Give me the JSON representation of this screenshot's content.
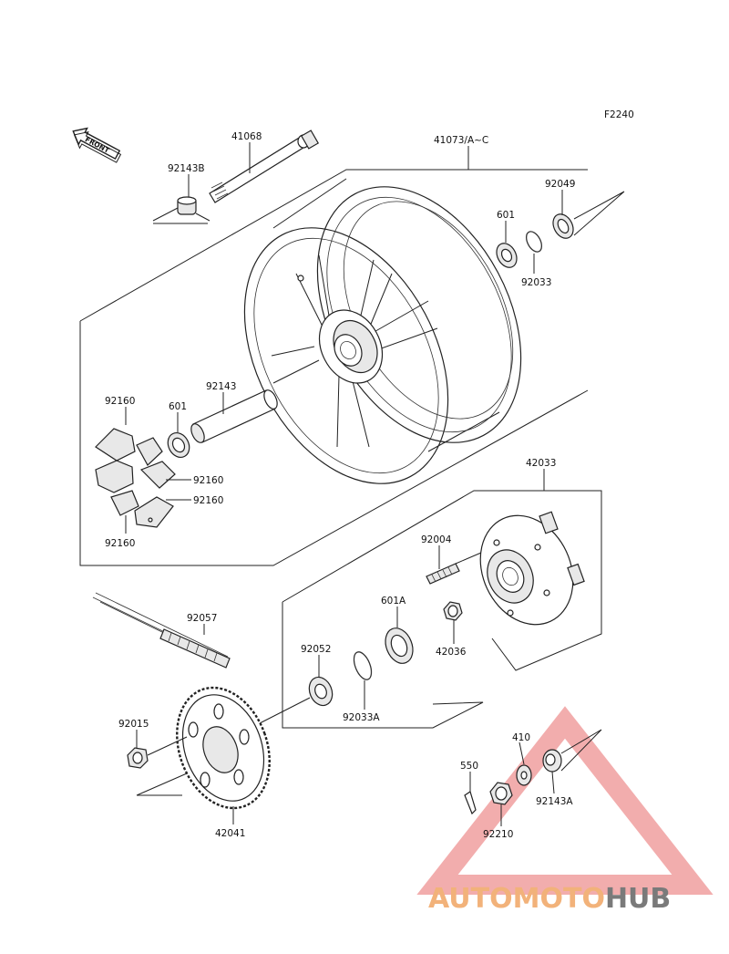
{
  "diagram_code": "F2240",
  "front_label": "FRONT",
  "callouts": {
    "wheel_assembly": "41073/A~C",
    "axle": "41068",
    "collar_left": "92143B",
    "oil_seal_right": "92049",
    "bearing_upper": "601",
    "circlip_upper": "92033",
    "collar_center": "92143",
    "bearing_left": "601",
    "damper_top": "92160",
    "damper_mid": "92160",
    "damper_low": "92160",
    "damper_bottom": "92160",
    "coupling": "42033",
    "stud": "92004",
    "nut_coupling": "42036",
    "chain": "92057",
    "bearing_coupling": "601A",
    "oil_seal_coupling": "92052",
    "circlip_coupling": "92033A",
    "sprocket_nut": "92015",
    "sprocket": "42041",
    "washer": "410",
    "cotter_pin": "550",
    "axle_nut": "92210",
    "collar_right": "92143A"
  },
  "watermark": {
    "part1": "AUTOMOTO",
    "part2": "HUB",
    "color1": "#f2b27a",
    "color2": "#7a7a7a",
    "triangle_color": "#e86a6a"
  }
}
